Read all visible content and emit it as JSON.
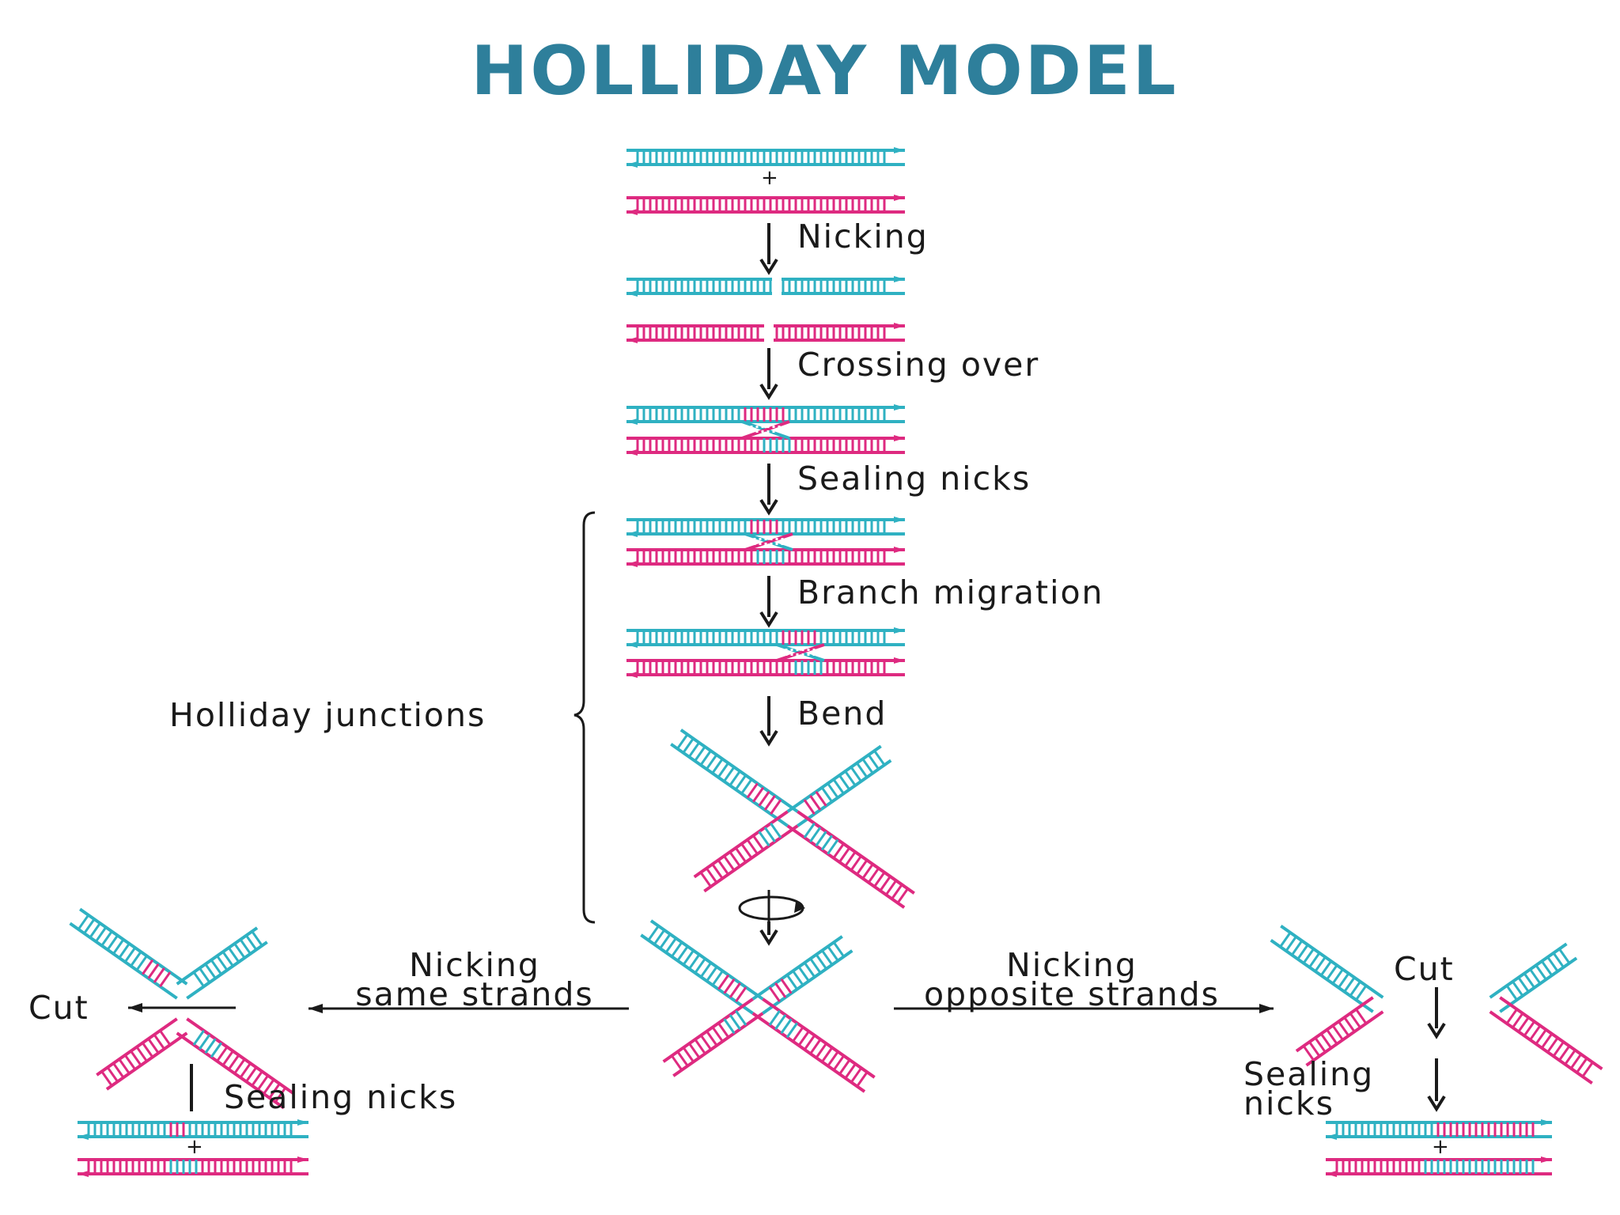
{
  "title": "HOLLIDAY MODEL",
  "colors": {
    "strand_a": "#2fb1c2",
    "strand_b": "#de2a80",
    "text": "#1a1a1a",
    "title": "#2e7f9b"
  },
  "steps": {
    "nicking": "Nicking",
    "crossing_over": "Crossing over",
    "sealing_nicks": "Sealing nicks",
    "branch_migration": "Branch migration",
    "bend": "Bend"
  },
  "bracket_label": "Holliday junctions",
  "plus_sign": "+",
  "left_branch": {
    "label_line1": "Nicking",
    "label_line2": "same strands",
    "cut": "Cut",
    "sealing": "Sealing nicks"
  },
  "right_branch": {
    "label_line1": "Nicking",
    "label_line2": "opposite strands",
    "cut": "Cut",
    "sealing_line1": "Sealing",
    "sealing_line2": "nicks"
  }
}
